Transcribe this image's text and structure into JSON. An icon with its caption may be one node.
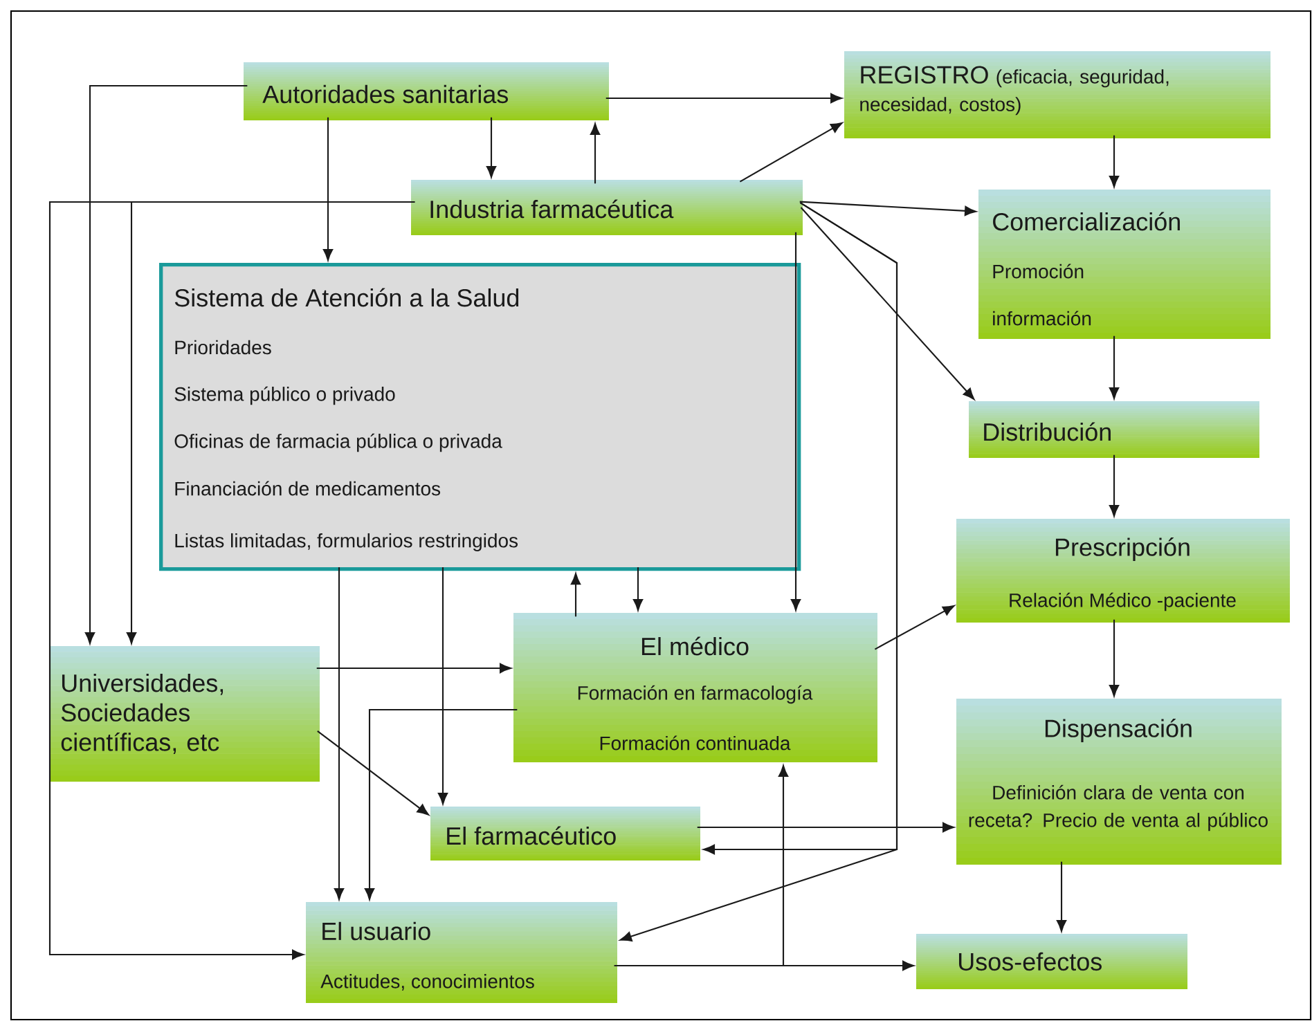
{
  "diagram": {
    "nodes": [
      {
        "text": [
          "Autoridades sanitarias"
        ]
      },
      {
        "text": [
          "REGISTRO",
          "(eficacia, seguridad, necesidad, costos)"
        ]
      },
      {
        "text": [
          "Industria farmacéutica"
        ]
      },
      {
        "text": [
          "Comercialización",
          "Promoción",
          "información"
        ]
      },
      {
        "text": [
          "Sistema de Atención a la Salud",
          "Prioridades",
          "Sistema público o privado",
          "Oficinas de farmacia pública o privada",
          "Financiación de medicamentos",
          "Listas limitadas, formularios restringidos"
        ]
      },
      {
        "text": [
          "Distribución"
        ]
      },
      {
        "text": [
          "Prescripción",
          "Relación Médico -paciente"
        ]
      },
      {
        "text": [
          "Universidades, Sociedades científicas, etc"
        ]
      },
      {
        "text": [
          "El médico",
          "Formación en farmacología",
          "Formación continuada"
        ]
      },
      {
        "text": [
          "Dispensación",
          "Definición clara de venta con receta? Precio de venta al público"
        ]
      },
      {
        "text": [
          "El farmacéutico"
        ]
      },
      {
        "text": [
          "El usuario",
          "Actitudes, conocimientos"
        ]
      },
      {
        "text": [
          "Usos-efectos"
        ]
      }
    ],
    "edges": [
      {
        "from": 0,
        "to": 1,
        "arrow": "to"
      },
      {
        "from": 0,
        "to": 2,
        "arrow": "to"
      },
      {
        "from": 2,
        "to": 0,
        "arrow": "to"
      },
      {
        "from": 0,
        "to": 4,
        "arrow": "to"
      },
      {
        "from": 0,
        "to": 7,
        "arrow": "to"
      },
      {
        "from": 2,
        "to": 7,
        "arrow": "to"
      },
      {
        "from": 2,
        "to": 11,
        "arrow": "to"
      },
      {
        "from": 2,
        "to": 1,
        "arrow": "to"
      },
      {
        "from": 2,
        "to": 3,
        "arrow": "to"
      },
      {
        "from": 2,
        "to": 5,
        "arrow": "to"
      },
      {
        "from": 2,
        "to": 8,
        "arrow": "to"
      },
      {
        "from": 2,
        "to": 10,
        "arrow": "to"
      },
      {
        "from": 2,
        "to": 11,
        "arrow": "to"
      },
      {
        "from": 1,
        "to": 3,
        "arrow": "to"
      },
      {
        "from": 3,
        "to": 5,
        "arrow": "to"
      },
      {
        "from": 5,
        "to": 6,
        "arrow": "to"
      },
      {
        "from": 6,
        "to": 9,
        "arrow": "to"
      },
      {
        "from": 9,
        "to": 12,
        "arrow": "to"
      },
      {
        "from": 8,
        "to": 6,
        "arrow": "to"
      },
      {
        "from": 4,
        "to": 8,
        "arrow": "to"
      },
      {
        "from": 8,
        "to": 4,
        "arrow": "to"
      },
      {
        "from": 4,
        "to": 11,
        "arrow": "to"
      },
      {
        "from": 4,
        "to": 10,
        "arrow": "to"
      },
      {
        "from": 7,
        "to": 8,
        "arrow": "to"
      },
      {
        "from": 7,
        "to": 10,
        "arrow": "to"
      },
      {
        "from": 8,
        "to": 11,
        "arrow": "to"
      },
      {
        "from": 10,
        "to": 9,
        "arrow": "to"
      },
      {
        "from": 11,
        "to": 12,
        "arrow": "to"
      },
      {
        "from": 11,
        "to": 8,
        "arrow": "to"
      }
    ]
  }
}
